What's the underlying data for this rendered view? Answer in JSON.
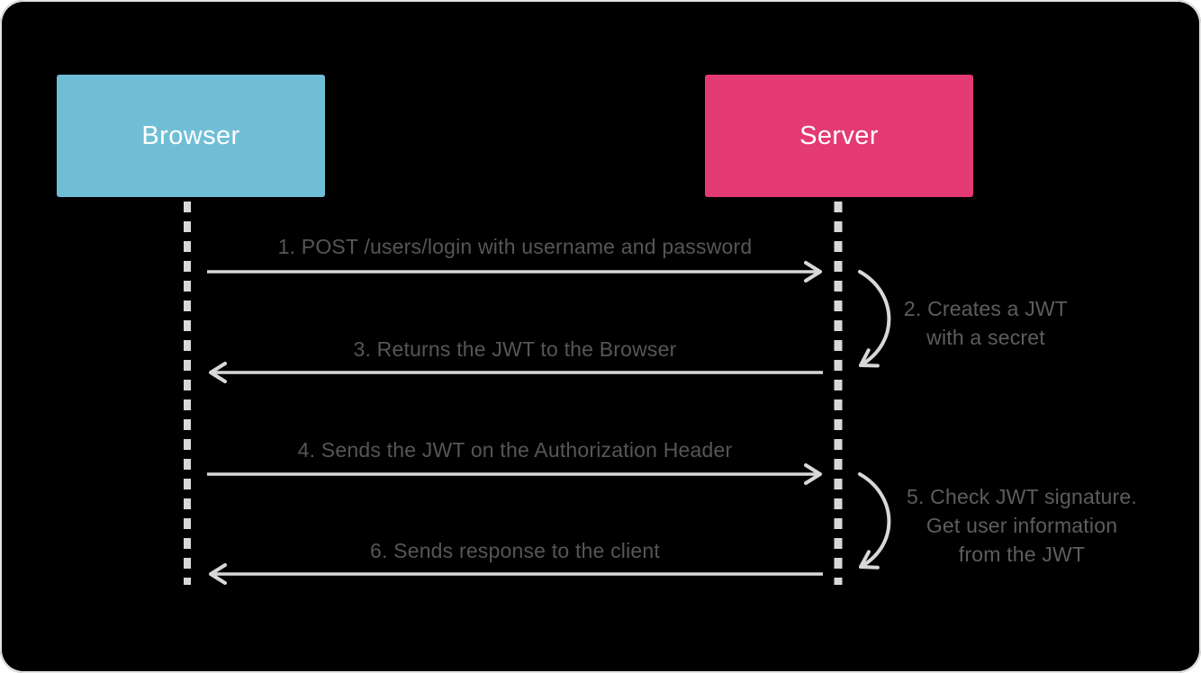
{
  "actors": [
    {
      "label": "Browser",
      "color": "#70bed6",
      "text_color": "#ffffff"
    },
    {
      "label": "Server",
      "color": "#e43a74",
      "text_color": "#ffffff"
    }
  ],
  "messages": [
    {
      "label": "1. POST /users/login with username and password",
      "from": "Browser",
      "to": "Server",
      "kind": "arrow-right"
    },
    {
      "lines": [
        "2. Creates a JWT",
        "with a secret"
      ],
      "from": "Server",
      "to": "Server",
      "kind": "self-call"
    },
    {
      "label": "3. Returns the JWT to the Browser",
      "from": "Server",
      "to": "Browser",
      "kind": "arrow-left"
    },
    {
      "label": "4. Sends the JWT on the Authorization Header",
      "from": "Browser",
      "to": "Server",
      "kind": "arrow-right"
    },
    {
      "lines": [
        "5. Check JWT signature.",
        "Get user information",
        "from the JWT"
      ],
      "from": "Server",
      "to": "Server",
      "kind": "self-call"
    },
    {
      "label": "6. Sends response to the client",
      "from": "Server",
      "to": "Browser",
      "kind": "arrow-left"
    }
  ],
  "colors": {
    "canvas": "#000000",
    "page": "#ffffff",
    "line": "#d8d8d8",
    "message_text": "#565656",
    "actor_text": "#ffffff"
  }
}
